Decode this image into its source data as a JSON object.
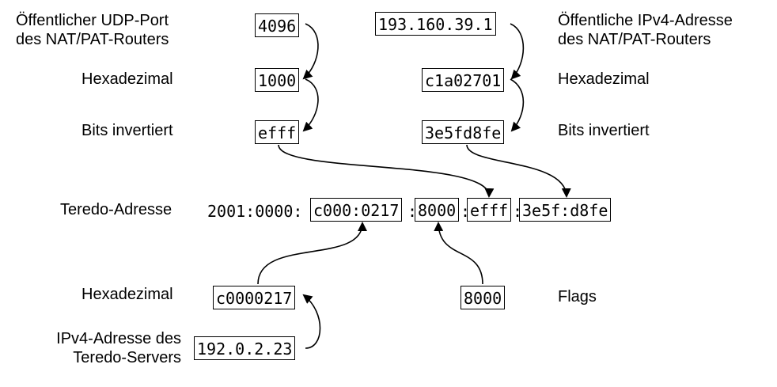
{
  "labels": {
    "udp_port": [
      "Öffentlicher UDP-Port",
      "des NAT/PAT-Routers"
    ],
    "hex_left": "Hexadezimal",
    "bits_left": "Bits invertiert",
    "teredo": "Teredo-Adresse",
    "hex_bottom": "Hexadezimal",
    "ipv4_server": [
      "IPv4-Adresse des",
      "Teredo-Servers"
    ],
    "ipv4_public": [
      "Öffentliche IPv4-Adresse",
      "des NAT/PAT-Routers"
    ],
    "hex_right": "Hexadezimal",
    "bits_right": "Bits invertiert",
    "flags": "Flags"
  },
  "values": {
    "port": "4096",
    "port_hex": "1000",
    "port_inv": "efff",
    "ip_public": "193.160.39.1",
    "ip_public_hex": "c1a02701",
    "ip_public_inv": "3e5fd8fe",
    "server_ip": "192.0.2.23",
    "server_hex": "c0000217",
    "flags": "8000"
  },
  "teredo_address": {
    "prefix": "2001:0000:",
    "server": "c000:0217",
    "sep1": ":",
    "flags": "8000",
    "sep2": ":",
    "port": "efff",
    "sep3": ":",
    "ip": "3e5f:d8fe"
  }
}
